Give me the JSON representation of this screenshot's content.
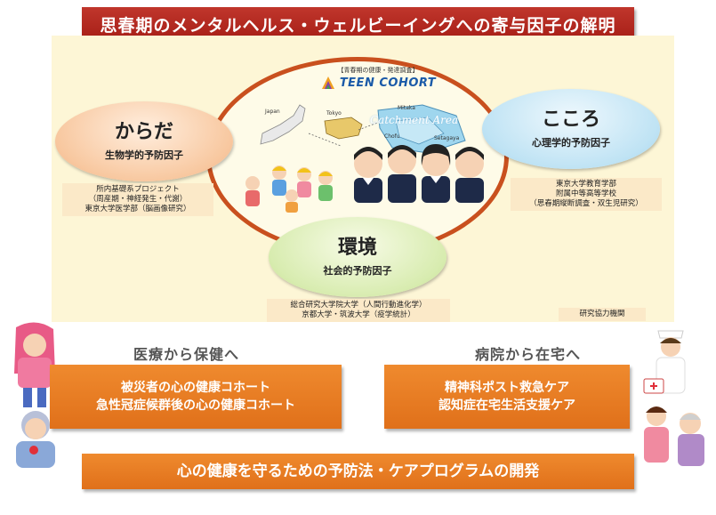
{
  "title": "思春期のメンタルヘルス・ウェルビーイングへの寄与因子の解明",
  "logo": {
    "subtitle": "【青春期の健康・発達調査】",
    "name": "TEEN COHORT"
  },
  "map": {
    "labels": [
      "Japan",
      "Tokyo",
      "Mitaka",
      "Chofu",
      "Setagaya"
    ],
    "catchment": "Catchment Area"
  },
  "factors": {
    "body": {
      "title": "からだ",
      "subtitle": "生物学的予防因子",
      "institutions": [
        "所内基礎系プロジェクト",
        "（周産期・神経発生・代謝）",
        "東京大学医学部（脳画像研究）"
      ]
    },
    "mind": {
      "title": "こころ",
      "subtitle": "心理学的予防因子",
      "institutions": [
        "東京大学教育学部",
        "附属中等高等学校",
        "（思春期縦断調査・双生児研究）"
      ]
    },
    "environment": {
      "title": "環境",
      "subtitle": "社会的予防因子",
      "institutions": [
        "総合研究大学院大学（人間行動進化学）",
        "京都大学・筑波大学（疫学統計）"
      ]
    }
  },
  "collaborators_label": "研究協力機関",
  "sections": {
    "left": {
      "heading": "医療から保健へ",
      "lines": [
        "被災者の心の健康コホート",
        "急性冠症候群後の心の健康コホート"
      ]
    },
    "right": {
      "heading": "病院から在宅へ",
      "lines": [
        "精神科ポスト救急ケア",
        "認知症在宅生活支援ケア"
      ]
    }
  },
  "bottom_banner": "心の健康を守るための予防法・ケアプログラムの開発",
  "colors": {
    "banner_red": "#b02a20",
    "panel_cream": "#fdf6d6",
    "ellipse_border": "#c9501e",
    "orange_box": "#e8791f",
    "body_circle": "#f8c8a0",
    "mind_circle": "#bfe3f4",
    "env_circle": "#d8ecb0"
  }
}
